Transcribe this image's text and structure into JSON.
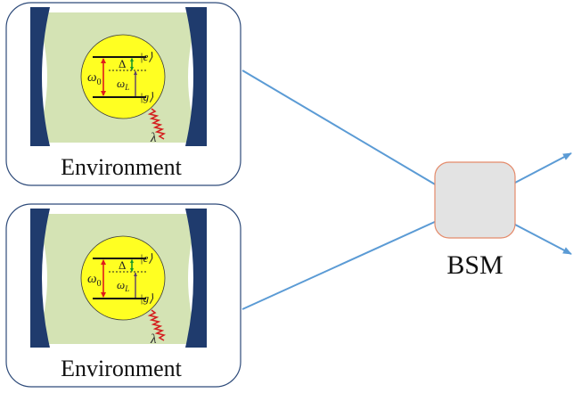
{
  "panels": [
    {
      "label": "Environment",
      "symbols": {
        "omega0": "ω",
        "omega0_sub": "0",
        "omegaL": "ω",
        "omegaL_sub": "L",
        "delta": "Δ",
        "excited": "|e⟩",
        "ground": "|g⟩",
        "lambda": "λ"
      }
    },
    {
      "label": "Environment",
      "symbols": {
        "omega0": "ω",
        "omega0_sub": "0",
        "omegaL": "ω",
        "omegaL_sub": "L",
        "delta": "Δ",
        "excited": "|e⟩",
        "ground": "|g⟩",
        "lambda": "λ"
      }
    }
  ],
  "bsm": {
    "label": "BSM"
  },
  "colors": {
    "panel_border": "#2e4b7a",
    "mirror": "#1f3b6d",
    "mode": "#d4e3b4",
    "atom": "#ffff22",
    "arrow": "#5b9bd5",
    "bsm_fill": "#e3e3e3",
    "bsm_border": "#e48a6a",
    "red_arrow": "#e01b1b",
    "green_arrow": "#1a9a2a",
    "purple_arrow": "#5a3e6b",
    "wavy": "#d42020"
  }
}
